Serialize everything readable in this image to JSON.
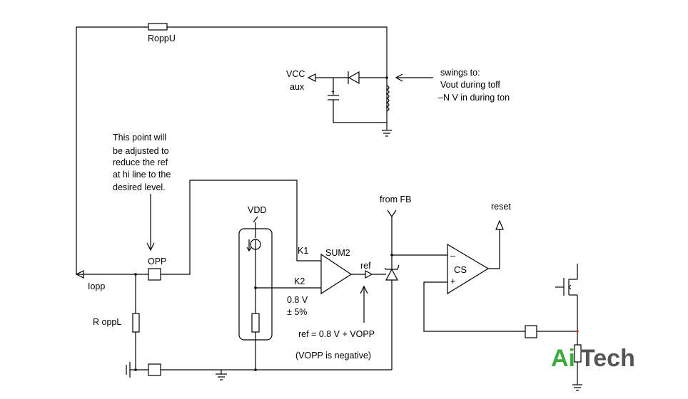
{
  "labels": {
    "roppu": "RoppU",
    "vcc": "VCC",
    "aux": "aux",
    "swings_1": "swings to:",
    "swings_2": "Vout during toff",
    "swings_3": "–N V in during ton",
    "note_1": "This point will",
    "note_2": "be adjusted to",
    "note_3": "reduce the ref",
    "note_4": "at hi line to the",
    "note_5": "desired level.",
    "vdd": "VDD",
    "opp": "OPP",
    "iopp": "Iopp",
    "roppl": "R oppL",
    "k1": "K1",
    "k2": "K2",
    "sum2": "SUM2",
    "ref": "ref",
    "v08": "0.8 V",
    "pm5": "± 5%",
    "ref_eq": "ref = 0.8 V + VOPP",
    "vopp_neg": "(VOPP is negative)",
    "from_fb": "from FB",
    "reset": "reset",
    "cs": "CS",
    "minus": "–",
    "plus": "+"
  },
  "logo": {
    "ai": "Ai",
    "tech": "Tech",
    "ai_color": "#3dab3d",
    "tech_color": "#555555"
  }
}
